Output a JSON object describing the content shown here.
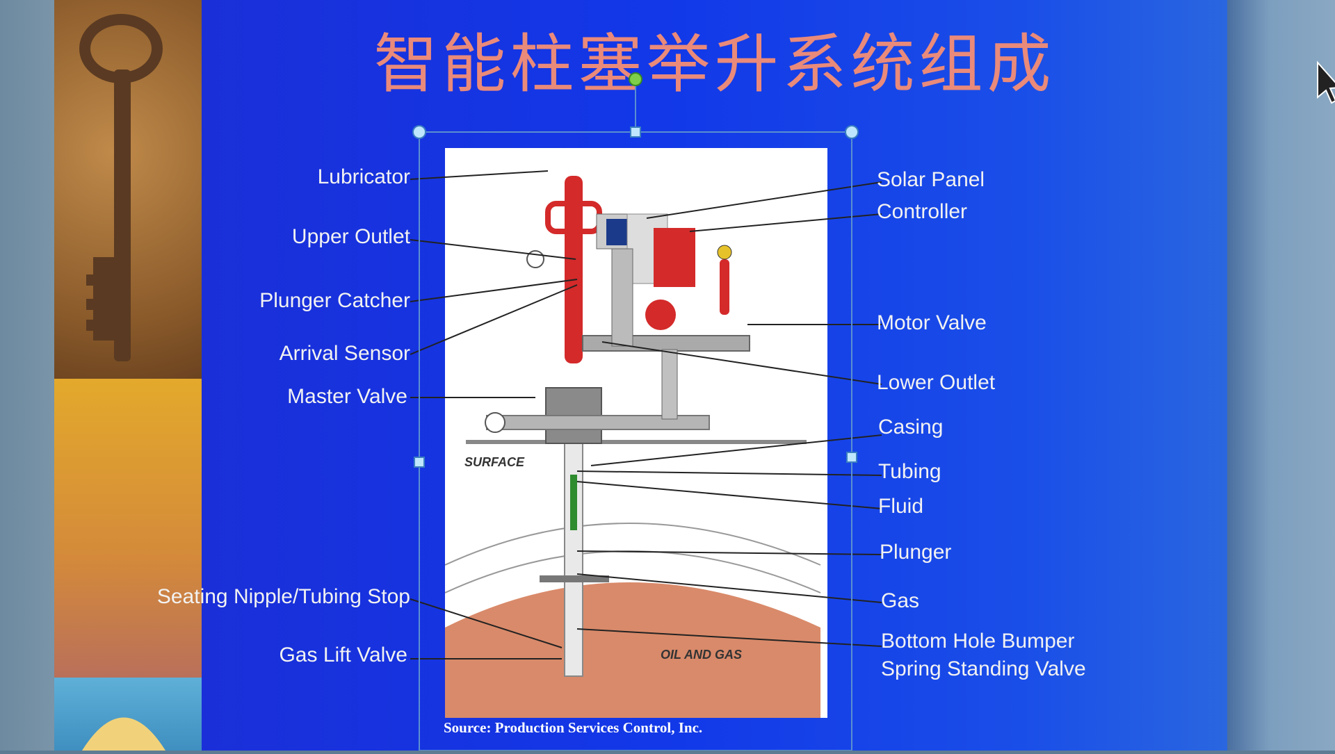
{
  "slide": {
    "title": "智能柱塞举升系统组成",
    "source": "Source:  Production Services Control, Inc."
  },
  "diagram": {
    "surface_label": "SURFACE",
    "reservoir_label": "OIL AND GAS"
  },
  "labels_left": [
    "Lubricator",
    "Upper Outlet",
    "Plunger Catcher",
    "Arrival Sensor",
    "Master Valve",
    "Seating Nipple/Tubing Stop",
    "Gas Lift Valve"
  ],
  "labels_right": [
    "Solar Panel",
    "Controller",
    "Motor Valve",
    "Lower Outlet",
    "Casing",
    "Tubing",
    "Fluid",
    "Plunger",
    "Gas",
    "Bottom Hole Bumper",
    "Spring Standing Valve"
  ],
  "colors": {
    "slide_blue": "#1238e8",
    "title_salmon": "#e98a7a",
    "lubricator_red": "#d42a2a",
    "selection_handle": "#bfe6ff"
  },
  "icons": [
    "key-image",
    "mouse-cursor-icon",
    "rotation-handle-icon"
  ]
}
